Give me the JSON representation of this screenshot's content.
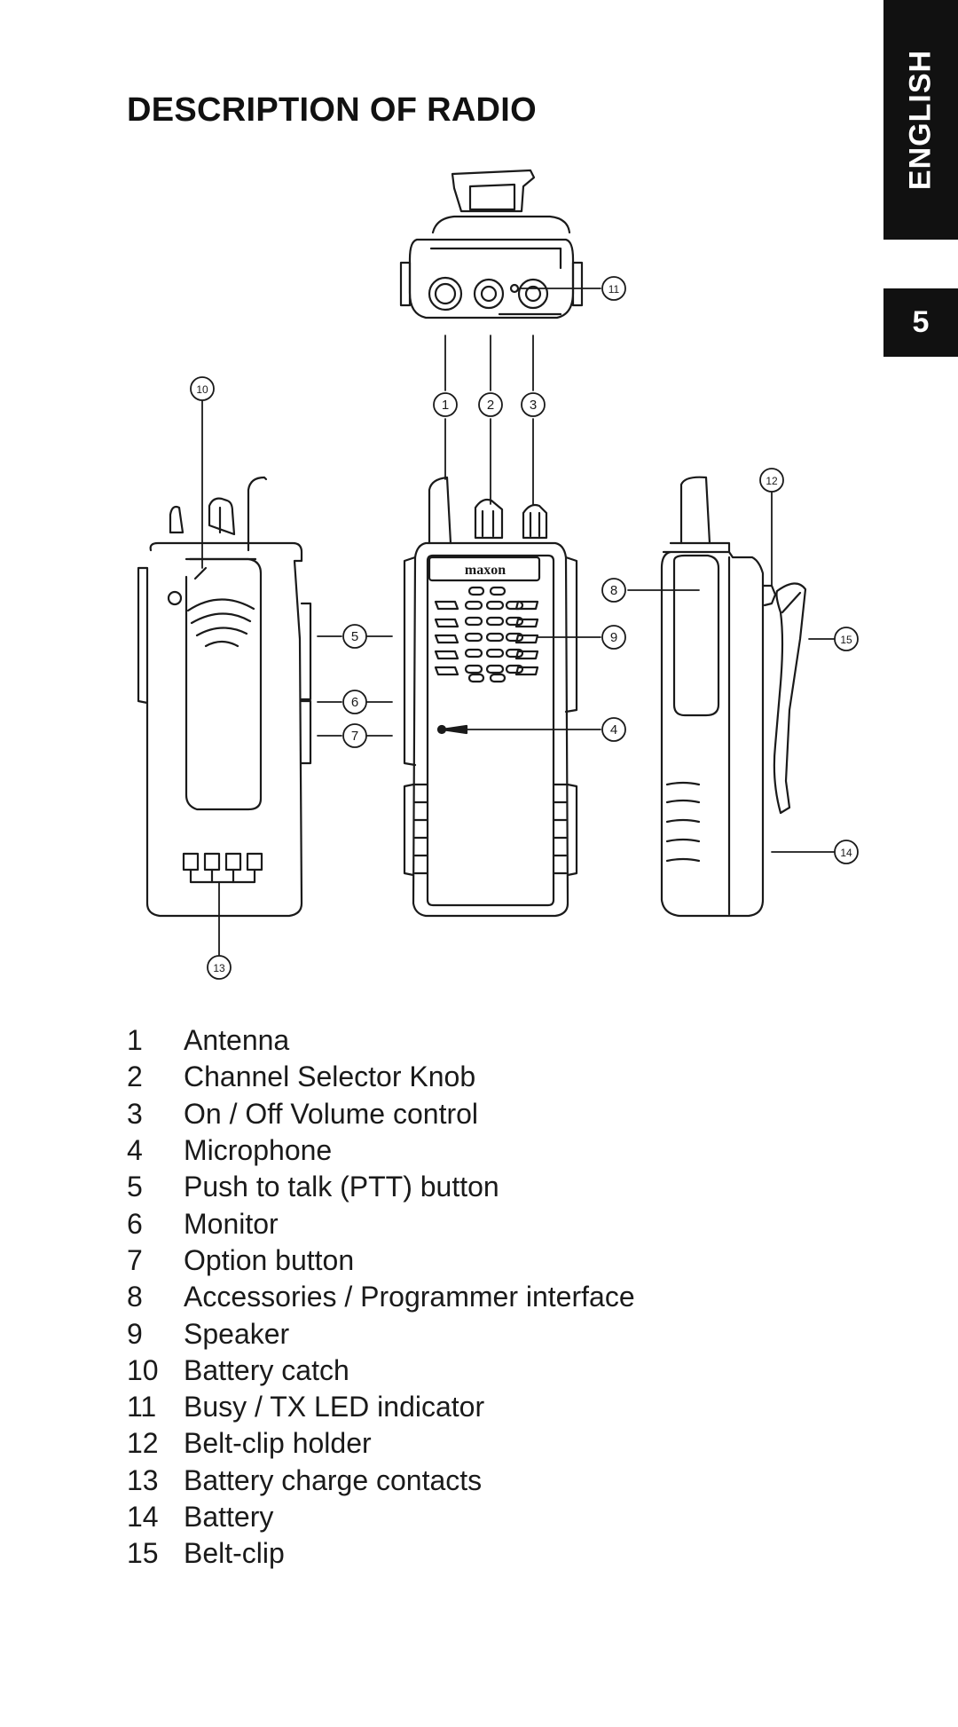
{
  "page": {
    "title": "DESCRIPTION OF RADIO",
    "side_tab": "ENGLISH",
    "page_number": "5"
  },
  "diagram": {
    "brand_label": "maxon",
    "callouts": [
      "1",
      "2",
      "3",
      "4",
      "5",
      "6",
      "7",
      "8",
      "9",
      "10",
      "11",
      "12",
      "13",
      "14",
      "15"
    ]
  },
  "legend": [
    {
      "num": "1",
      "label": "Antenna"
    },
    {
      "num": "2",
      "label": "Channel Selector Knob"
    },
    {
      "num": "3",
      "label": "On / Off Volume control"
    },
    {
      "num": "4",
      "label": "Microphone"
    },
    {
      "num": "5",
      "label": "Push to talk (PTT) button"
    },
    {
      "num": "6",
      "label": "Monitor"
    },
    {
      "num": "7",
      "label": "Option button"
    },
    {
      "num": "8",
      "label": "Accessories / Programmer interface"
    },
    {
      "num": "9",
      "label": "Speaker"
    },
    {
      "num": "10",
      "label": "Battery catch"
    },
    {
      "num": "11",
      "label": "Busy / TX LED indicator"
    },
    {
      "num": "12",
      "label": "Belt-clip holder"
    },
    {
      "num": "13",
      "label": "Battery charge contacts"
    },
    {
      "num": "14",
      "label": "Battery"
    },
    {
      "num": "15",
      "label": "Belt-clip"
    }
  ]
}
